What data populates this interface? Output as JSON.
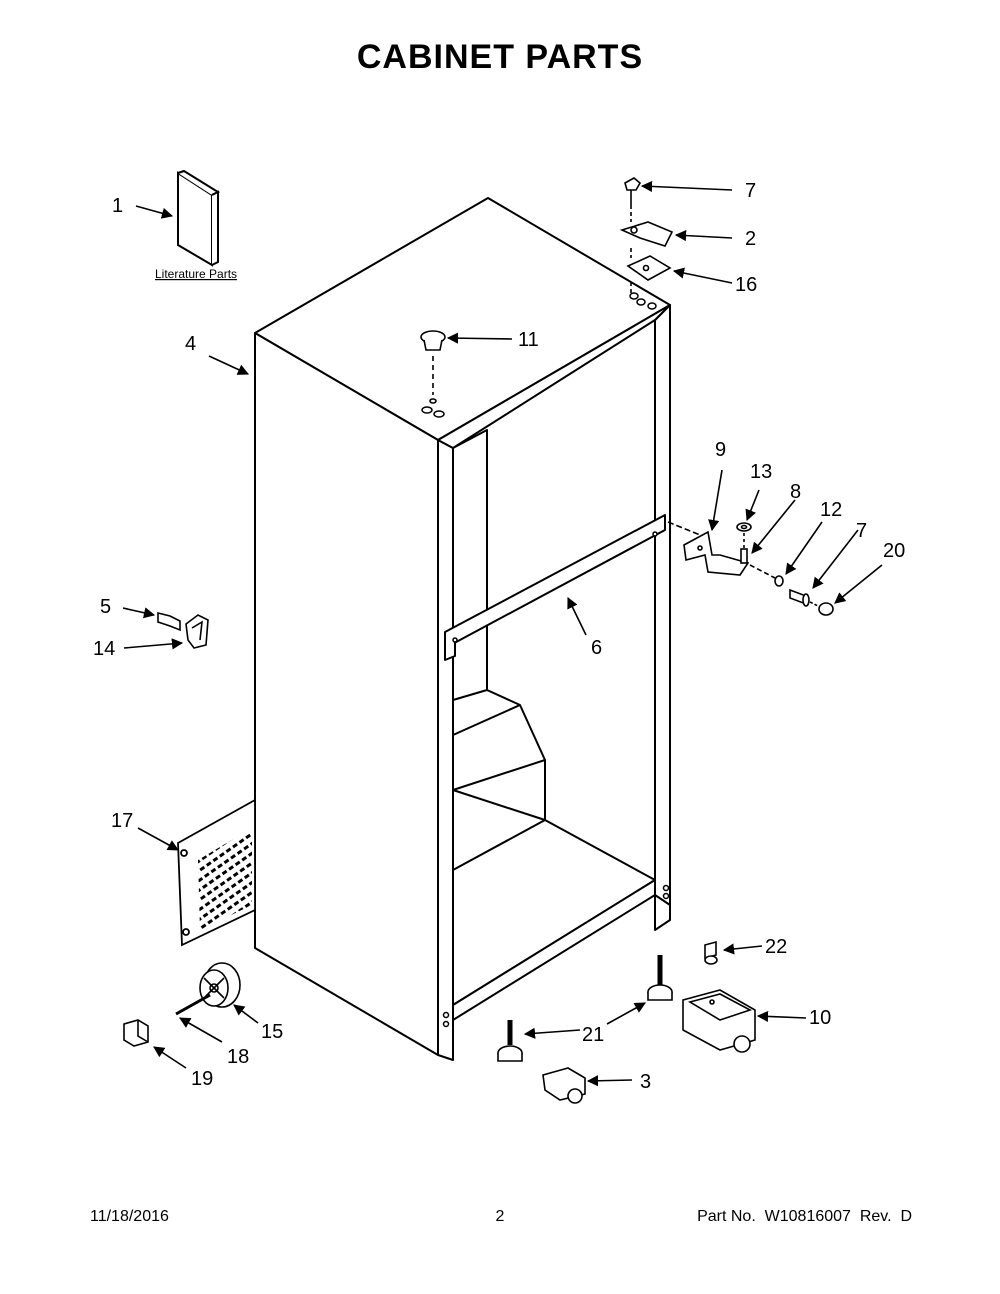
{
  "page": {
    "title": "CABINET PARTS",
    "footer": {
      "date": "11/18/2016",
      "page_number": "2",
      "part_no": "Part No.  W10816007  Rev.  D"
    }
  },
  "diagram": {
    "literature_label": "Literature Parts",
    "callouts": {
      "c1": "1",
      "c2": "2",
      "c3": "3",
      "c4": "4",
      "c5": "5",
      "c6": "6",
      "c7a": "7",
      "c7b": "7",
      "c8": "8",
      "c9": "9",
      "c10": "10",
      "c11": "11",
      "c12": "12",
      "c13": "13",
      "c14": "14",
      "c15": "15",
      "c16": "16",
      "c17": "17",
      "c18": "18",
      "c19": "19",
      "c20": "20",
      "c21": "21",
      "c22": "22"
    }
  }
}
